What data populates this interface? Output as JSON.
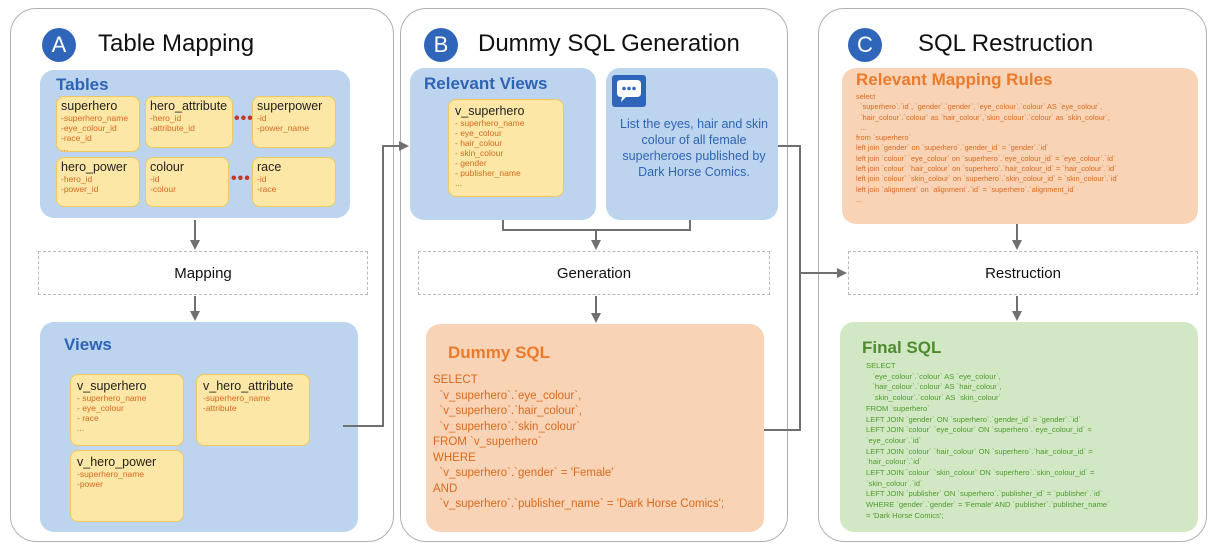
{
  "panel_a": {
    "badge": "A",
    "title": "Table Mapping",
    "tables_label": "Tables",
    "tables": [
      {
        "name": "superhero",
        "fields": [
          "-superhero_name",
          "-eye_colour_id",
          "-race_id",
          "..."
        ]
      },
      {
        "name": "hero_attribute",
        "fields": [
          "-hero_id",
          "-attribute_id"
        ]
      },
      {
        "name": "superpower",
        "fields": [
          "-id",
          "-power_name"
        ]
      },
      {
        "name": "hero_power",
        "fields": [
          "-hero_id",
          "-power_id"
        ]
      },
      {
        "name": "colour",
        "fields": [
          "-id",
          "-colour"
        ]
      },
      {
        "name": "race",
        "fields": [
          "-id",
          "-race"
        ]
      }
    ],
    "dots": "•••",
    "step": "Mapping",
    "views_label": "Views",
    "views": [
      {
        "name": "v_superhero",
        "fields": [
          "- superhero_name",
          "- eye_colour",
          "- race",
          "..."
        ]
      },
      {
        "name": "v_hero_attribute",
        "fields": [
          "-superhero_name",
          "-attribute"
        ]
      },
      {
        "name": "v_hero_power",
        "fields": [
          "-superhero_name",
          "-power"
        ]
      }
    ]
  },
  "panel_b": {
    "badge": "B",
    "title": "Dummy SQL Generation",
    "views_label": "Relevant Views",
    "view": {
      "name": "v_superhero",
      "fields": [
        "- superhero_name",
        "- eye_colour",
        "- hair_colour",
        "- skin_colour",
        "- gender",
        "- publisher_name",
        "..."
      ]
    },
    "question": "List the eyes, hair and skin colour of all female superheroes published by Dark Horse Comics.",
    "step": "Generation",
    "sql_label": "Dummy SQL",
    "sql": [
      "SELECT",
      "  `v_superhero`.`eye_colour`,",
      "  `v_superhero`.`hair_colour`,",
      "  `v_superhero`.`skin_colour`",
      "FROM `v_superhero`",
      "WHERE",
      "  `v_superhero`.`gender` = 'Female'",
      "AND",
      "  `v_superhero`.`publisher_name` = 'Dark Horse Comics';"
    ]
  },
  "panel_c": {
    "badge": "C",
    "title": "SQL Restruction",
    "rules_label": "Relevant Mapping Rules",
    "rules": [
      "select",
      "  `superhero`.`id`, `gender`.`gender`, `eye_colour`.`colour` AS `eye_colour`,",
      "  `hair_colour`.`colour` as `hair_colour`,`skin_colour`.`colour` as `skin_colour`,",
      "  ...",
      "from `superhero`",
      "left join `gender` on `superhero`.`gender_id` = `gender`.`id`",
      "left join `colour` `eye_colour` on `superhero`.`eye_colour_id` = `eye_colour`.`id`",
      "left join `colour` `hair_colour` on `superhero`.`hair_colour_id` = `hair_colour`.`id`",
      "left join `colour` `skin_colour` on `superhero`.`skin_colour_id` = `skin_colour`.`id`",
      "left join `alignment` on `alignment`.`id` = `superhero`.`alignment_id`",
      "..."
    ],
    "step": "Restruction",
    "final_label": "Final SQL",
    "final_sql": [
      "SELECT",
      "   `eye_colour`.`colour` AS `eye_colour`,",
      "   `hair_colour`.`colour` AS `hair_colour`,",
      "   `skin_colour`.`colour` AS `skin_colour`",
      "FROM `superhero`",
      "LEFT JOIN `gender` ON `superhero`.`gender_id` = `gender`.`id`",
      "LEFT JOIN `colour` `eye_colour` ON `superhero`.`eye_colour_id` =",
      "`eye_colour`.`id`",
      "LEFT JOIN `colour` `hair_colour` ON `superhero`.`hair_colour_id` =",
      "`hair_colour`.`id`",
      "LEFT JOIN `colour` `skin_colour` ON `superhero`.`skin_colour_id` =",
      "`skin_colour`.`id`",
      "LEFT JOIN `publisher` ON `superhero`.`publisher_id` = `publisher`.`id`",
      "WHERE `gender`.`gender` = 'Female' AND `publisher`.`publisher_name`",
      "= 'Dark Horse Comics';"
    ]
  },
  "colors": {
    "badge": "#2f66b9",
    "blue_box": "#bcd4ee",
    "orange_box": "#f9d3b5",
    "green_box": "#d2e8c4",
    "card": "#fde7a6",
    "arrow": "#707070"
  }
}
